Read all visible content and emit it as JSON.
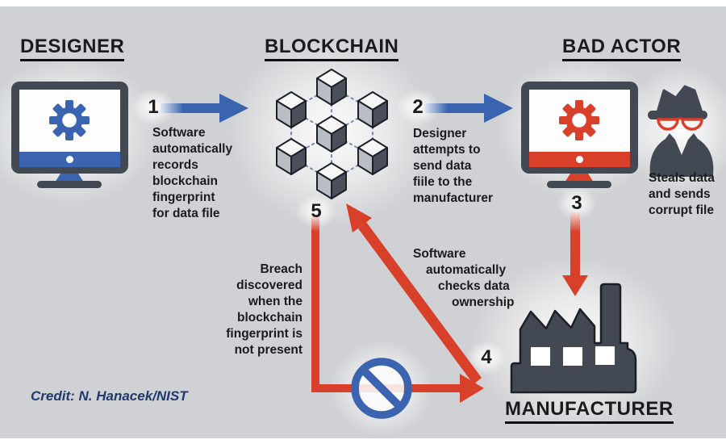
{
  "headings": {
    "designer": "DESIGNER",
    "blockchain": "BLOCKCHAIN",
    "bad_actor": "BAD ACTOR",
    "manufacturer": "MANUFACTURER"
  },
  "steps": {
    "s1": {
      "number": "1",
      "text": "Software\nautomatically\nrecords\nblockchain\nfingerprint\nfor data file"
    },
    "s2": {
      "number": "2",
      "text": "Designer\nattempts to\nsend data\nfiile to the\nmanufacturer"
    },
    "s3": {
      "number": "3",
      "text": "Steals data\nand sends\ncorrupt file"
    },
    "s4": {
      "number": "4",
      "lines": [
        "Software",
        "automatically",
        "checks data",
        "ownership"
      ]
    },
    "s5": {
      "number": "5",
      "text": "Breach\ndiscovered\nwhen the\nblockchain\nfingerprint is\nnot present"
    }
  },
  "credit": "Credit: N. Hanacek/NIST",
  "icons": {
    "designer": "computer-monitor-gear-icon",
    "blockchain": "cube-lattice-icon",
    "bad_actor_computer": "computer-monitor-gear-icon",
    "spy": "spy-hat-glasses-icon",
    "manufacturer": "factory-icon",
    "blocked": "no-entry-icon",
    "flow_arrows": [
      "arrow-right-blue-1",
      "arrow-right-blue-2",
      "arrow-down-red-3",
      "arrow-up-left-red-4",
      "arrow-elbow-right-red-5"
    ]
  },
  "colors": {
    "blue": "#3a64af",
    "red": "#d8402a",
    "dark": "#424953",
    "ink": "#1b1b1d",
    "navy": "#1e3a6e",
    "bg": "#d0d1d4",
    "cube_top": "#f6f6f6",
    "cube_left": "#b9bdc4",
    "cube_right": "#49505b",
    "outline": "#1c2026",
    "dotted": "#7789b3"
  }
}
